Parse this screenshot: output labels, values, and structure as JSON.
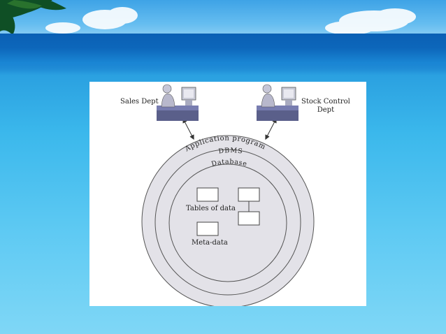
{
  "diagram": {
    "sales_dept": "Sales Dept",
    "stock_control_dept": "Stock Control\nDept",
    "application_programs": "Application programs",
    "dbms": "DBMS",
    "database": "Database",
    "tables_of_data": "Tables of data",
    "meta_data": "Meta-data"
  }
}
